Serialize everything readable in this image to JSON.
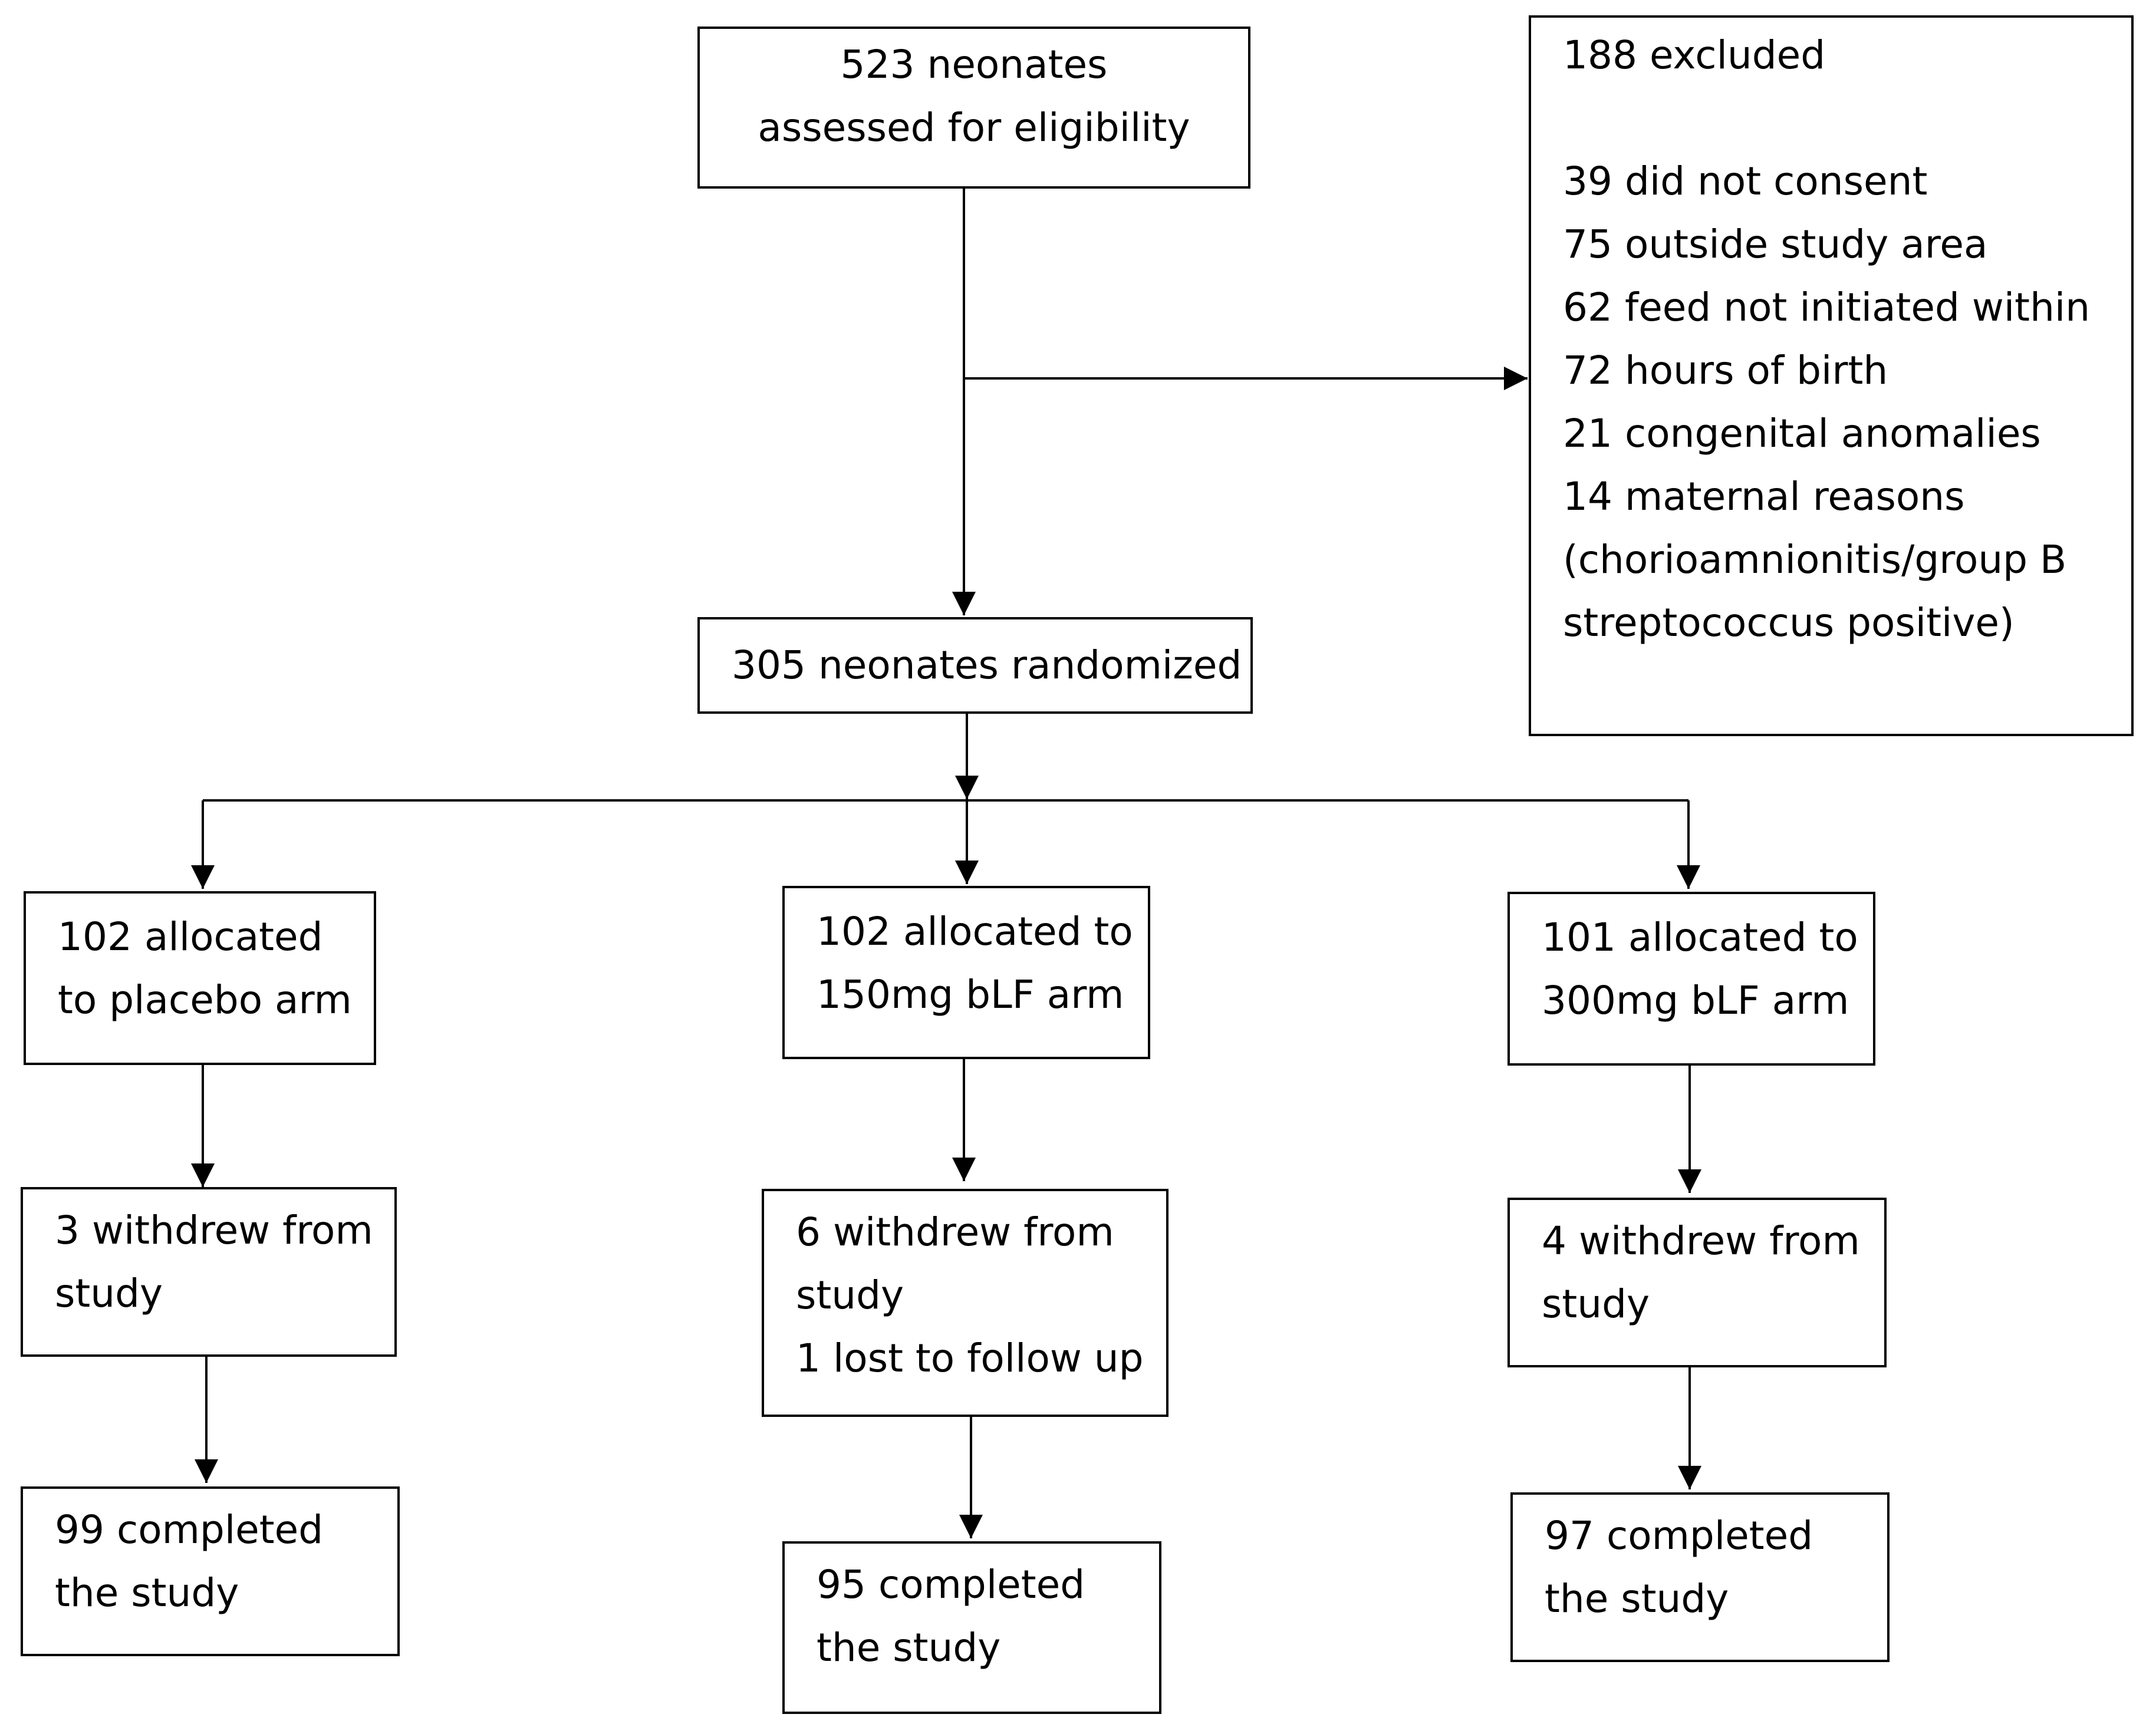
{
  "boxes": {
    "assessed": {
      "lines": [
        "523 neonates assessed for eligibility"
      ]
    },
    "excluded": {
      "lines": [
        "188 excluded",
        "",
        "39 did not consent",
        "75 outside study area",
        "62 feed not initiated within",
        "72 hours of birth",
        "21 congenital anomalies",
        "14 maternal reasons",
        "(chorioamnionitis/group B",
        "streptococcus positive)"
      ]
    },
    "randomized": {
      "lines": [
        "305 neonates randomized"
      ]
    },
    "placebo_alloc": {
      "lines": [
        "102 allocated",
        "to placebo arm"
      ]
    },
    "bLF150_alloc": {
      "lines": [
        "102 allocated to",
        "150mg bLF arm"
      ]
    },
    "bLF300_alloc": {
      "lines": [
        "101 allocated to",
        "300mg bLF arm"
      ]
    },
    "placebo_withdrew": {
      "lines": [
        "3 withdrew from",
        "study"
      ]
    },
    "bLF150_withdrew": {
      "lines": [
        "6 withdrew from",
        "study",
        "1 lost to follow up"
      ]
    },
    "bLF300_withdrew": {
      "lines": [
        "4 withdrew from",
        "study"
      ]
    },
    "placebo_completed": {
      "lines": [
        "99 completed",
        "the study"
      ]
    },
    "bLF150_completed": {
      "lines": [
        "95 completed",
        "the study"
      ]
    },
    "bLF300_completed": {
      "lines": [
        "97 completed",
        "the study"
      ]
    }
  }
}
